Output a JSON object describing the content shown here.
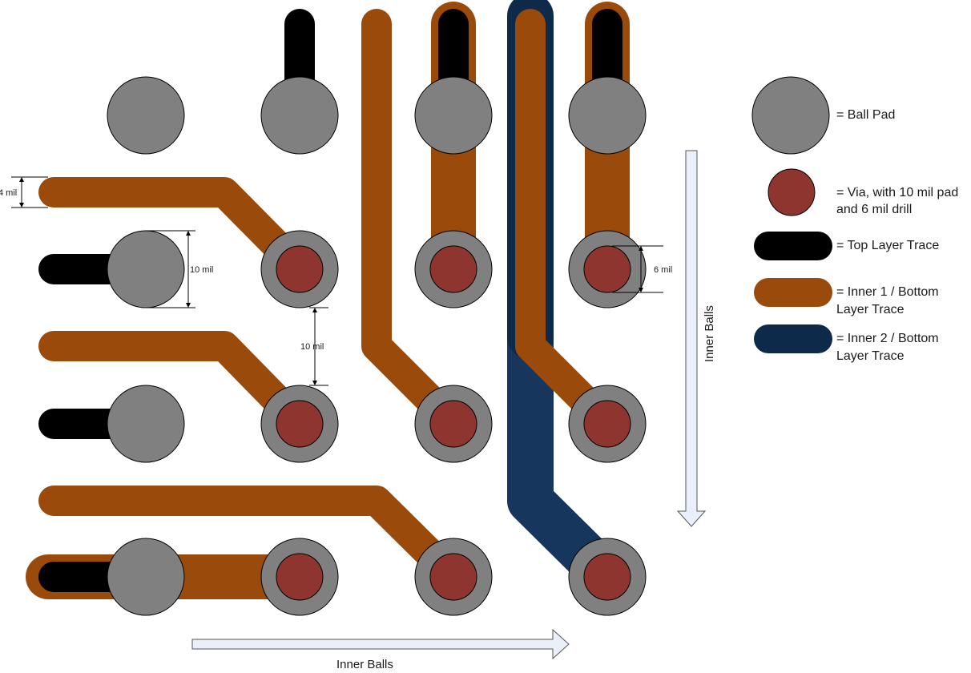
{
  "colors": {
    "ball_pad": "#808080",
    "via_pad": "#808080",
    "via_drill": "#8e3530",
    "top_trace": "#000000",
    "inner1_trace": "#9a4a0a",
    "inner2_trace": "#0e2a4a",
    "inner2_trace_wide": "#17365d",
    "outline": "#000000"
  },
  "legend": {
    "ball_pad": "= Ball Pad",
    "via_line1": "= Via, with 10 mil pad",
    "via_line2": "and 6 mil drill",
    "top_trace": "= Top Layer Trace",
    "inner1_line1": "= Inner 1 / Bottom",
    "inner1_line2": "Layer Trace",
    "inner2_line1": "= Inner 2 / Bottom",
    "inner2_line2": "Layer Trace"
  },
  "dimensions": {
    "trace_width": "4 mil",
    "ball_pad_diameter": "10 mil",
    "spacing": "10 mil",
    "drill": "6 mil"
  },
  "arrows": {
    "horizontal_label": "Inner Balls",
    "vertical_label": "Inner Balls"
  }
}
